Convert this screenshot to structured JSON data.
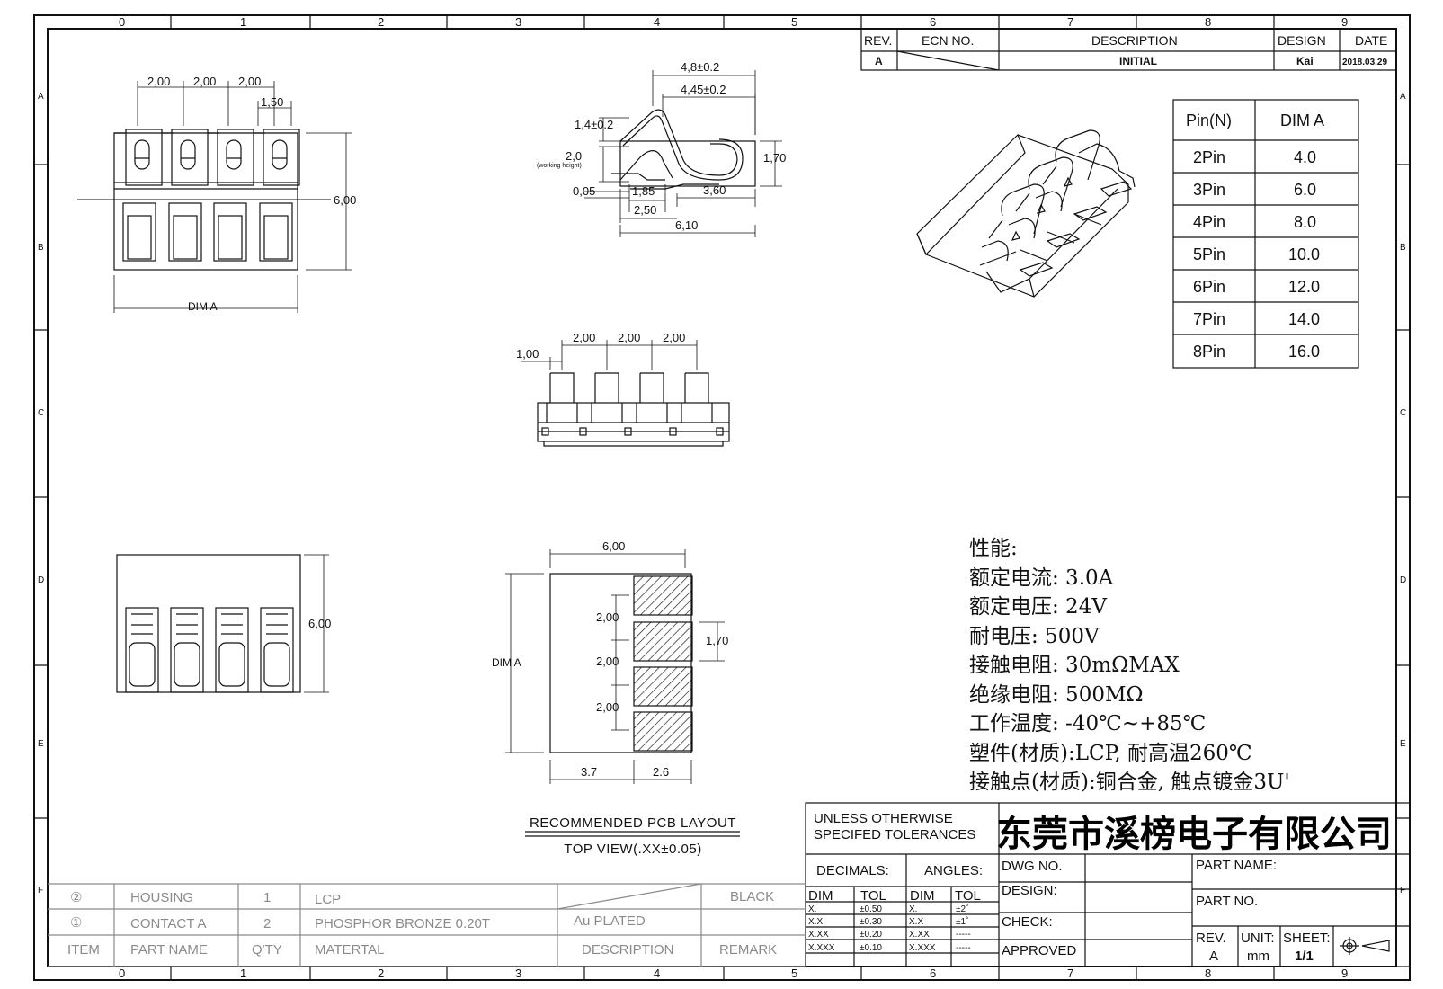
{
  "border": {
    "top_zones": [
      "0",
      "1",
      "2",
      "3",
      "4",
      "5",
      "6",
      "7",
      "8",
      "9"
    ],
    "bottom_zones": [
      "0",
      "1",
      "2",
      "3",
      "4",
      "5",
      "6",
      "7",
      "8",
      "9"
    ],
    "side_rows": [
      "A",
      "B",
      "C",
      "D",
      "E",
      "F"
    ]
  },
  "revision_block": {
    "headers": {
      "rev": "REV.",
      "ecn": "ECN NO.",
      "description": "DESCRIPTION",
      "design": "DESIGN",
      "date": "DATE"
    },
    "row": {
      "rev": "A",
      "ecn": "",
      "description": "INITIAL",
      "design": "Kai",
      "date": "2018.03.29"
    }
  },
  "pin_table": {
    "headers": [
      "Pin(N)",
      "DIM A"
    ],
    "rows": [
      [
        "2Pin",
        "4.0"
      ],
      [
        "3Pin",
        "6.0"
      ],
      [
        "4Pin",
        "8.0"
      ],
      [
        "5Pin",
        "10.0"
      ],
      [
        "6Pin",
        "12.0"
      ],
      [
        "7Pin",
        "14.0"
      ],
      [
        "8Pin",
        "16.0"
      ]
    ]
  },
  "top_view_dims": {
    "pitch1": "2,00",
    "pitch2": "2,00",
    "pitch3": "2,00",
    "slot": "1,50",
    "height": "6,00",
    "width": "DIM A"
  },
  "side_view_dims": {
    "d1": "4,8±0.2",
    "d2": "4,45±0.2",
    "d3": "1,4±0.2",
    "d4": "2,0",
    "d4_note": "(working height)",
    "d5": "1,70",
    "d6": "0,05",
    "d7": "1,85",
    "d8": "3,60",
    "d9": "2,50",
    "d10": "6,10"
  },
  "front_view_dims": {
    "offset": "1,00",
    "pitch1": "2,00",
    "pitch2": "2,00",
    "pitch3": "2,00"
  },
  "bottom_view_dims": {
    "height": "6,00"
  },
  "pcb_layout": {
    "title": "RECOMMENDED PCB LAYOUT",
    "subtitle": "TOP VIEW(.XX±0.05)",
    "width": "6,00",
    "pitch1": "2,00",
    "pitch2": "2,00",
    "pitch3": "2,00",
    "pad": "1,70",
    "length": "DIM A",
    "left": "3.7",
    "right": "2.6"
  },
  "specs": {
    "heading": "性能:",
    "lines": [
      "额定电流: 3.0A",
      "额定电压: 24V",
      "耐电压: 500V",
      "接触电阻: 30mΩMAX",
      "绝缘电阻: 500MΩ",
      "工作温度: -40℃~+85℃",
      "塑件(材质):LCP, 耐高温260℃",
      "接触点(材质):铜合金, 触点镀金3U'"
    ]
  },
  "title_block": {
    "tolerance_note1": "UNLESS  OTHERWISE",
    "tolerance_note2": "SPECIFED  TOLERANCES",
    "company": "东莞市溪榜电子有限公司",
    "decimals": "DECIMALS:",
    "angles": "ANGLES:",
    "dim": "DIM",
    "tol": "TOL",
    "dec_rows": [
      [
        "X.",
        "±0.50"
      ],
      [
        "X.X",
        "±0.30"
      ],
      [
        "X.XX",
        "±0.20"
      ],
      [
        "X.XXX",
        "±0.10"
      ]
    ],
    "ang_rows": [
      [
        "X.",
        "±2˚"
      ],
      [
        "X.X",
        "±1˚"
      ],
      [
        "X.XX",
        "-----"
      ],
      [
        "X.XXX",
        "-----"
      ]
    ],
    "dwg_no": "DWG  NO.",
    "design": "DESIGN:",
    "check": "CHECK:",
    "approved": "APPROVED",
    "part_name": "PART  NAME:",
    "part_no": "PART  NO.",
    "rev_label": "REV.",
    "rev_value": "A",
    "unit_label": "UNIT:",
    "unit_value": "mm",
    "sheet_label": "SHEET:",
    "sheet_value": "1/1"
  },
  "bom": {
    "rows": [
      {
        "item": "②",
        "part": "HOUSING",
        "qty": "1",
        "material": "LCP",
        "desc": "",
        "remark": "BLACK"
      },
      {
        "item": "①",
        "part": "CONTACT A",
        "qty": "2",
        "material": "PHOSPHOR BRONZE 0.20T",
        "desc": "Au PLATED",
        "remark": ""
      }
    ],
    "header": {
      "item": "ITEM",
      "part": "PART NAME",
      "qty": "Q'TY",
      "material": "MATERTAL",
      "desc": "DESCRIPTION",
      "remark": "REMARK"
    }
  },
  "colors": {
    "line": "#111111",
    "bom_text": "#8a8a8a"
  }
}
